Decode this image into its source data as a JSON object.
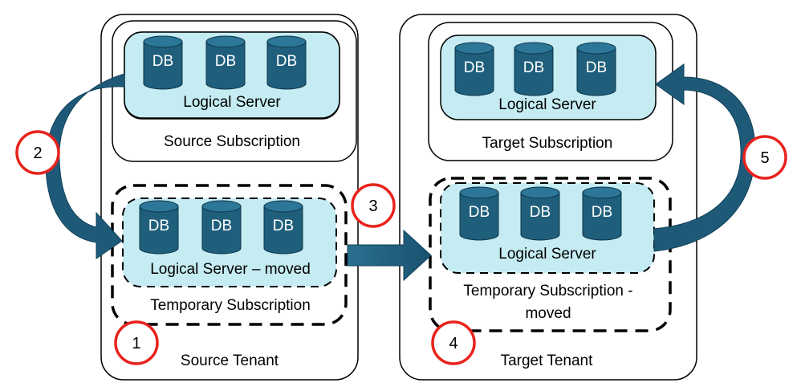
{
  "source_tenant": {
    "label": "Source Tenant",
    "source_subscription": {
      "label": "Source Subscription",
      "server": {
        "label": "Logical Server",
        "databases": [
          "DB",
          "DB",
          "DB"
        ]
      }
    },
    "temporary_subscription": {
      "label": "Temporary Subscription",
      "server": {
        "label": "Logical Server – moved",
        "databases": [
          "DB",
          "DB",
          "DB"
        ]
      }
    }
  },
  "target_tenant": {
    "label": "Target Tenant",
    "target_subscription": {
      "label": "Target Subscription",
      "server": {
        "label": "Logical Server",
        "databases": [
          "DB",
          "DB",
          "DB"
        ]
      }
    },
    "temporary_subscription_moved": {
      "label_line1": "Temporary Subscription -",
      "label_line2": "moved",
      "server": {
        "label": "Logical Server",
        "databases": [
          "DB",
          "DB",
          "DB"
        ]
      }
    }
  },
  "steps": [
    "1",
    "2",
    "3",
    "4",
    "5"
  ],
  "colors": {
    "server_fill": "#c5ecf2",
    "db_fill": "#1f5f7c",
    "arrow": "#1e5a78",
    "step_circle": "#e8231c"
  }
}
